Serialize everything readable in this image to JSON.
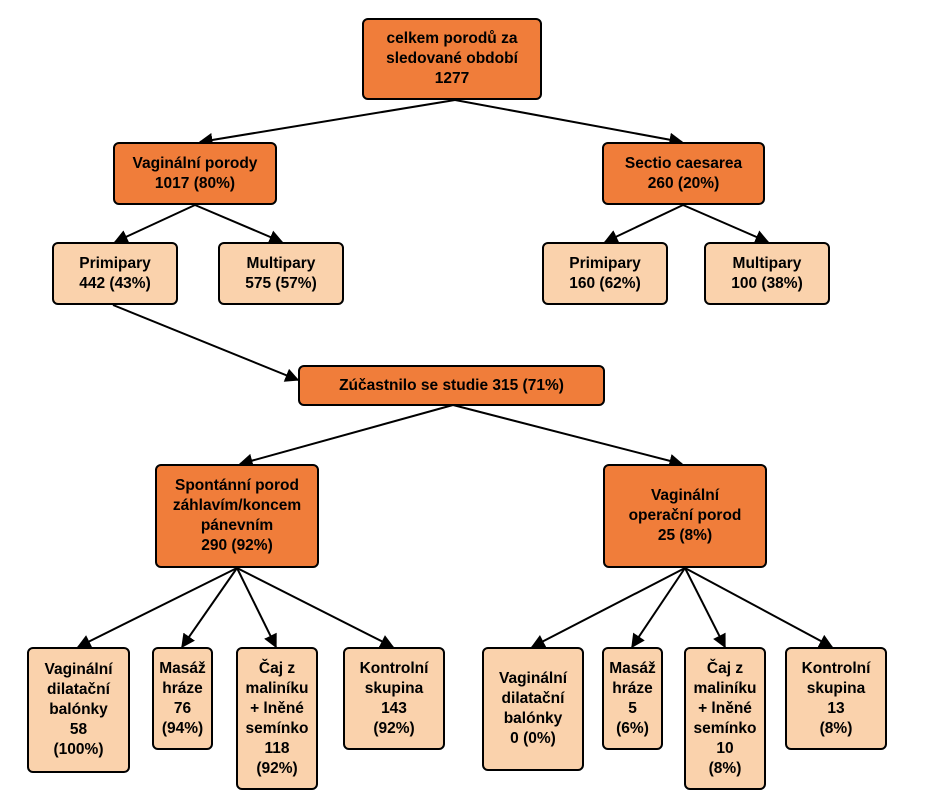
{
  "nodes": {
    "root": "celkem porodů za\nsledované období\n1277",
    "vaginal": "Vaginální porody\n1017 (80%)",
    "cesarean": "Sectio caesarea\n260 (20%)",
    "vag_primipary": "Primipary\n442 (43%)",
    "vag_multipary": "Multipary\n575 (57%)",
    "ces_primipary": "Primipary\n160 (62%)",
    "ces_multipary": "Multipary\n100 (38%)",
    "study": "Zúčastnilo se studie 315 (71%)",
    "spontaneous": "Spontánní porod\nzáhlavím/koncem\npánevním\n290 (92%)",
    "operative": "Vaginální\noperační porod\n25 (8%)",
    "spont_balloon": "Vaginální\ndilatační\nbalónky\n58\n(100%)",
    "spont_massage": "Masáž\nhráze\n76\n(94%)",
    "spont_tea": "Čaj z\nmaliníku\n+ lněné\nsemínko\n118\n(92%)",
    "spont_control": "Kontrolní\nskupina\n143\n(92%)",
    "op_balloon": "Vaginální\ndilatační\nbalónky\n0 (0%)",
    "op_massage": "Masáž\nhráze\n5\n(6%)",
    "op_tea": "Čaj z\nmaliníku\n+ lněné\nsemínko\n10\n(8%)",
    "op_control": "Kontrolní\nskupina\n13\n(8%)"
  },
  "colors": {
    "dark": "#f07d3a",
    "light": "#fad2ac",
    "border": "#000000"
  }
}
